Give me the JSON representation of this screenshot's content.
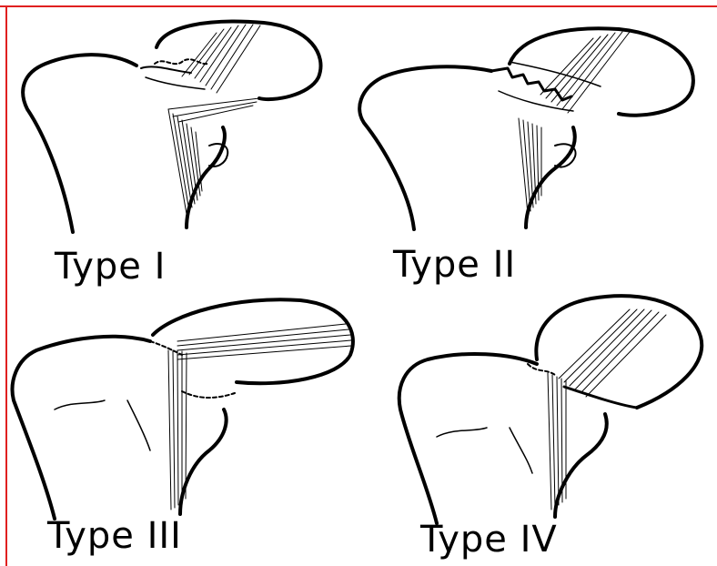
{
  "panels": [
    {
      "label": "Type I"
    },
    {
      "label": "Type II"
    },
    {
      "label": "Type III"
    },
    {
      "label": "Type IV"
    }
  ],
  "colors": {
    "border": "#e02020",
    "ink": "#000000"
  }
}
